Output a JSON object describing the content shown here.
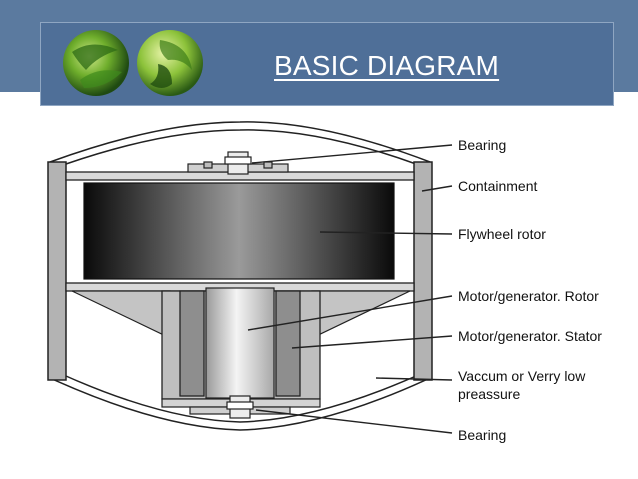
{
  "slide": {
    "title": "BASIC DIAGRAM"
  },
  "diagram": {
    "labels": {
      "bearing_top": "Bearing",
      "containment": "Containment",
      "flywheel_rotor": "Flywheel rotor",
      "mg_rotor": "Motor/generator. Rotor",
      "mg_stator": "Motor/generator. Stator",
      "vacuum_line1": "Vaccum or Verry low",
      "vacuum_line2": "preassure",
      "bearing_bottom": "Bearing"
    }
  }
}
